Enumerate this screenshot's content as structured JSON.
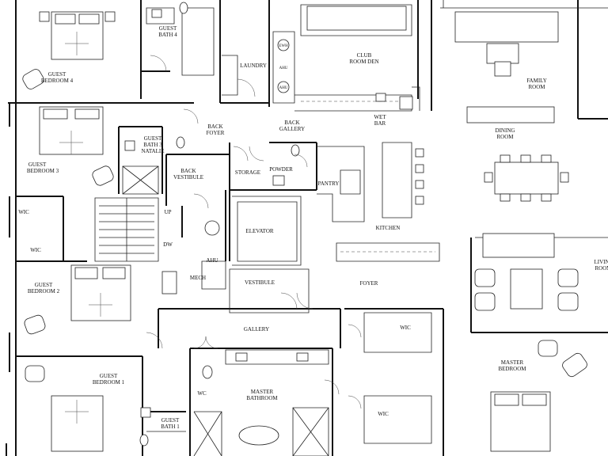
{
  "rooms": {
    "guest_bedroom_4": [
      "GUEST",
      "BEDROOM 4"
    ],
    "guest_bath_4": [
      "GUEST",
      "BATH 4"
    ],
    "laundry": "LAUNDRY",
    "club_room_den": [
      "CLUB",
      "ROOM DEN"
    ],
    "family_room": [
      "FAMILY",
      "ROOM"
    ],
    "back_foyer": [
      "BACK",
      "FOYER"
    ],
    "back_gallery": [
      "BACK",
      "GALLERY"
    ],
    "wet_bar": [
      "WET",
      "BAR"
    ],
    "dining_room": [
      "DINING",
      "ROOM"
    ],
    "guest_bedroom_3": [
      "GUEST",
      "BEDROOM 3"
    ],
    "guest_bath_3": [
      "GUEST",
      "BATH 3",
      "NATALIE"
    ],
    "back_vestibule": [
      "BACK",
      "VESTIBULE"
    ],
    "storage": "STORAGE",
    "powder": "POWDER",
    "pantry": "PANTRY",
    "wic_gb3": "WIC",
    "wic_gb2": "WIC",
    "up": "UP",
    "dw": "DW",
    "elevator": "ELEVATOR",
    "kitchen": "KITCHEN",
    "living_room": [
      "LIVIN",
      "ROOM"
    ],
    "guest_bedroom_2": [
      "GUEST",
      "BEDROOM 2"
    ],
    "mech": "MECH",
    "ahu_mech": "AHU",
    "vestibule": "VESTIBULE",
    "foyer": "FOYER",
    "gallery": "GALLERY",
    "wic_master_upper": "WIC",
    "master_bedroom": [
      "MASTER",
      "BEDROOM"
    ],
    "guest_bedroom_1": [
      "GUEST",
      "BEDROOM 1"
    ],
    "wc": "WC",
    "master_bathroom": [
      "MASTER",
      "BATHROOM"
    ],
    "wic_master_lower": "WIC",
    "guest_bath_1": [
      "GUEST",
      "BATH 1"
    ]
  },
  "equipment": {
    "ewh": "EWH",
    "ahu_laundry_1": "AHU",
    "ahu_laundry_2": "AHU"
  }
}
